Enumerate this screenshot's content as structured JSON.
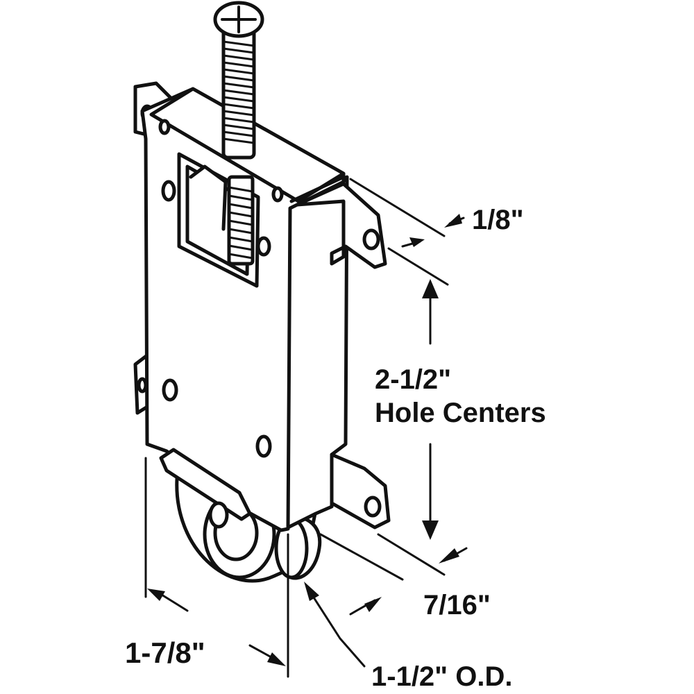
{
  "dimensions": {
    "slot_width": "1/8\"",
    "hole_centers_value": "2-1/2\"",
    "hole_centers_label": "Hole Centers",
    "thickness": "7/16\"",
    "body_width": "1-7/8\"",
    "wheel_diameter": "1-1/2\" O.D."
  },
  "colors": {
    "line": "#111111",
    "fill": "#ffffff"
  }
}
